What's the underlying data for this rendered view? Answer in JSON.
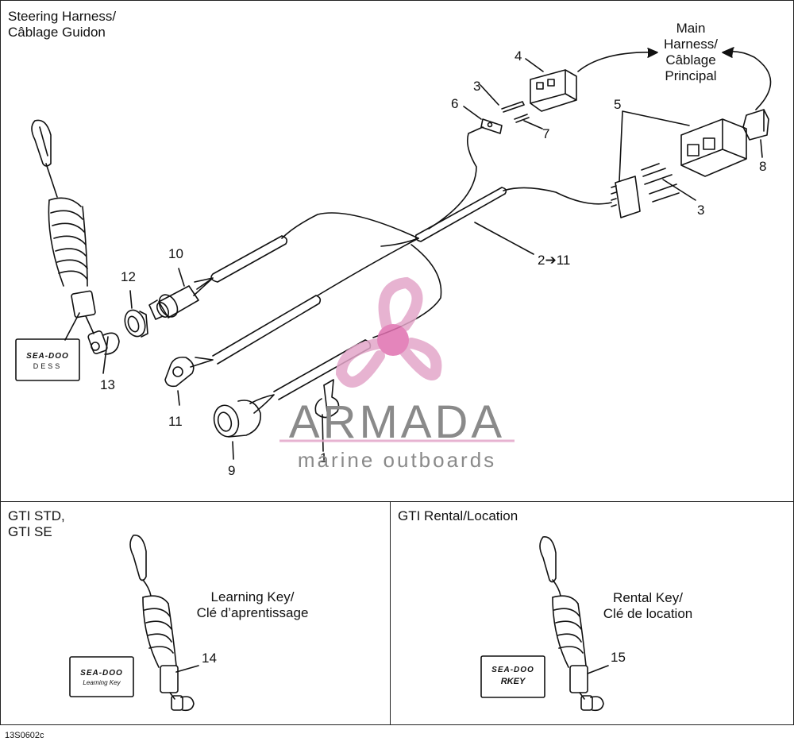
{
  "main_panel": {
    "title": "Steering Harness/\nCâblage Guidon",
    "main_harness_label": "Main\nHarness/\nCâblage\nPrincipal"
  },
  "part_numbers": {
    "p1": "1",
    "p2_11": "2➔11",
    "p3a": "3",
    "p3b": "3",
    "p4": "4",
    "p5": "5",
    "p6": "6",
    "p7": "7",
    "p8": "8",
    "p9": "9",
    "p10": "10",
    "p11": "11",
    "p12": "12",
    "p13": "13",
    "p14": "14",
    "p15": "15"
  },
  "dess_tag": {
    "brand": "SEA-DOO",
    "sub": "DESS"
  },
  "panel_gti_std": {
    "title": "GTI STD,\nGTI SE",
    "key_label": "Learning Key/\nClé d’aprentissage",
    "tag_brand": "SEA-DOO",
    "tag_sub": "Learning Key"
  },
  "panel_gti_rental": {
    "title": "GTI Rental/Location",
    "key_label": "Rental Key/\nClé de location",
    "tag_brand": "SEA-DOO",
    "tag_sub": "RKEY"
  },
  "watermark": {
    "name": "ARMADA",
    "tagline": "marine outboards",
    "colors": {
      "text": "#8a8a8a",
      "accent": "#e3a6c9",
      "dot": "#e070b0"
    }
  },
  "footer": {
    "code": "13S0602c"
  }
}
